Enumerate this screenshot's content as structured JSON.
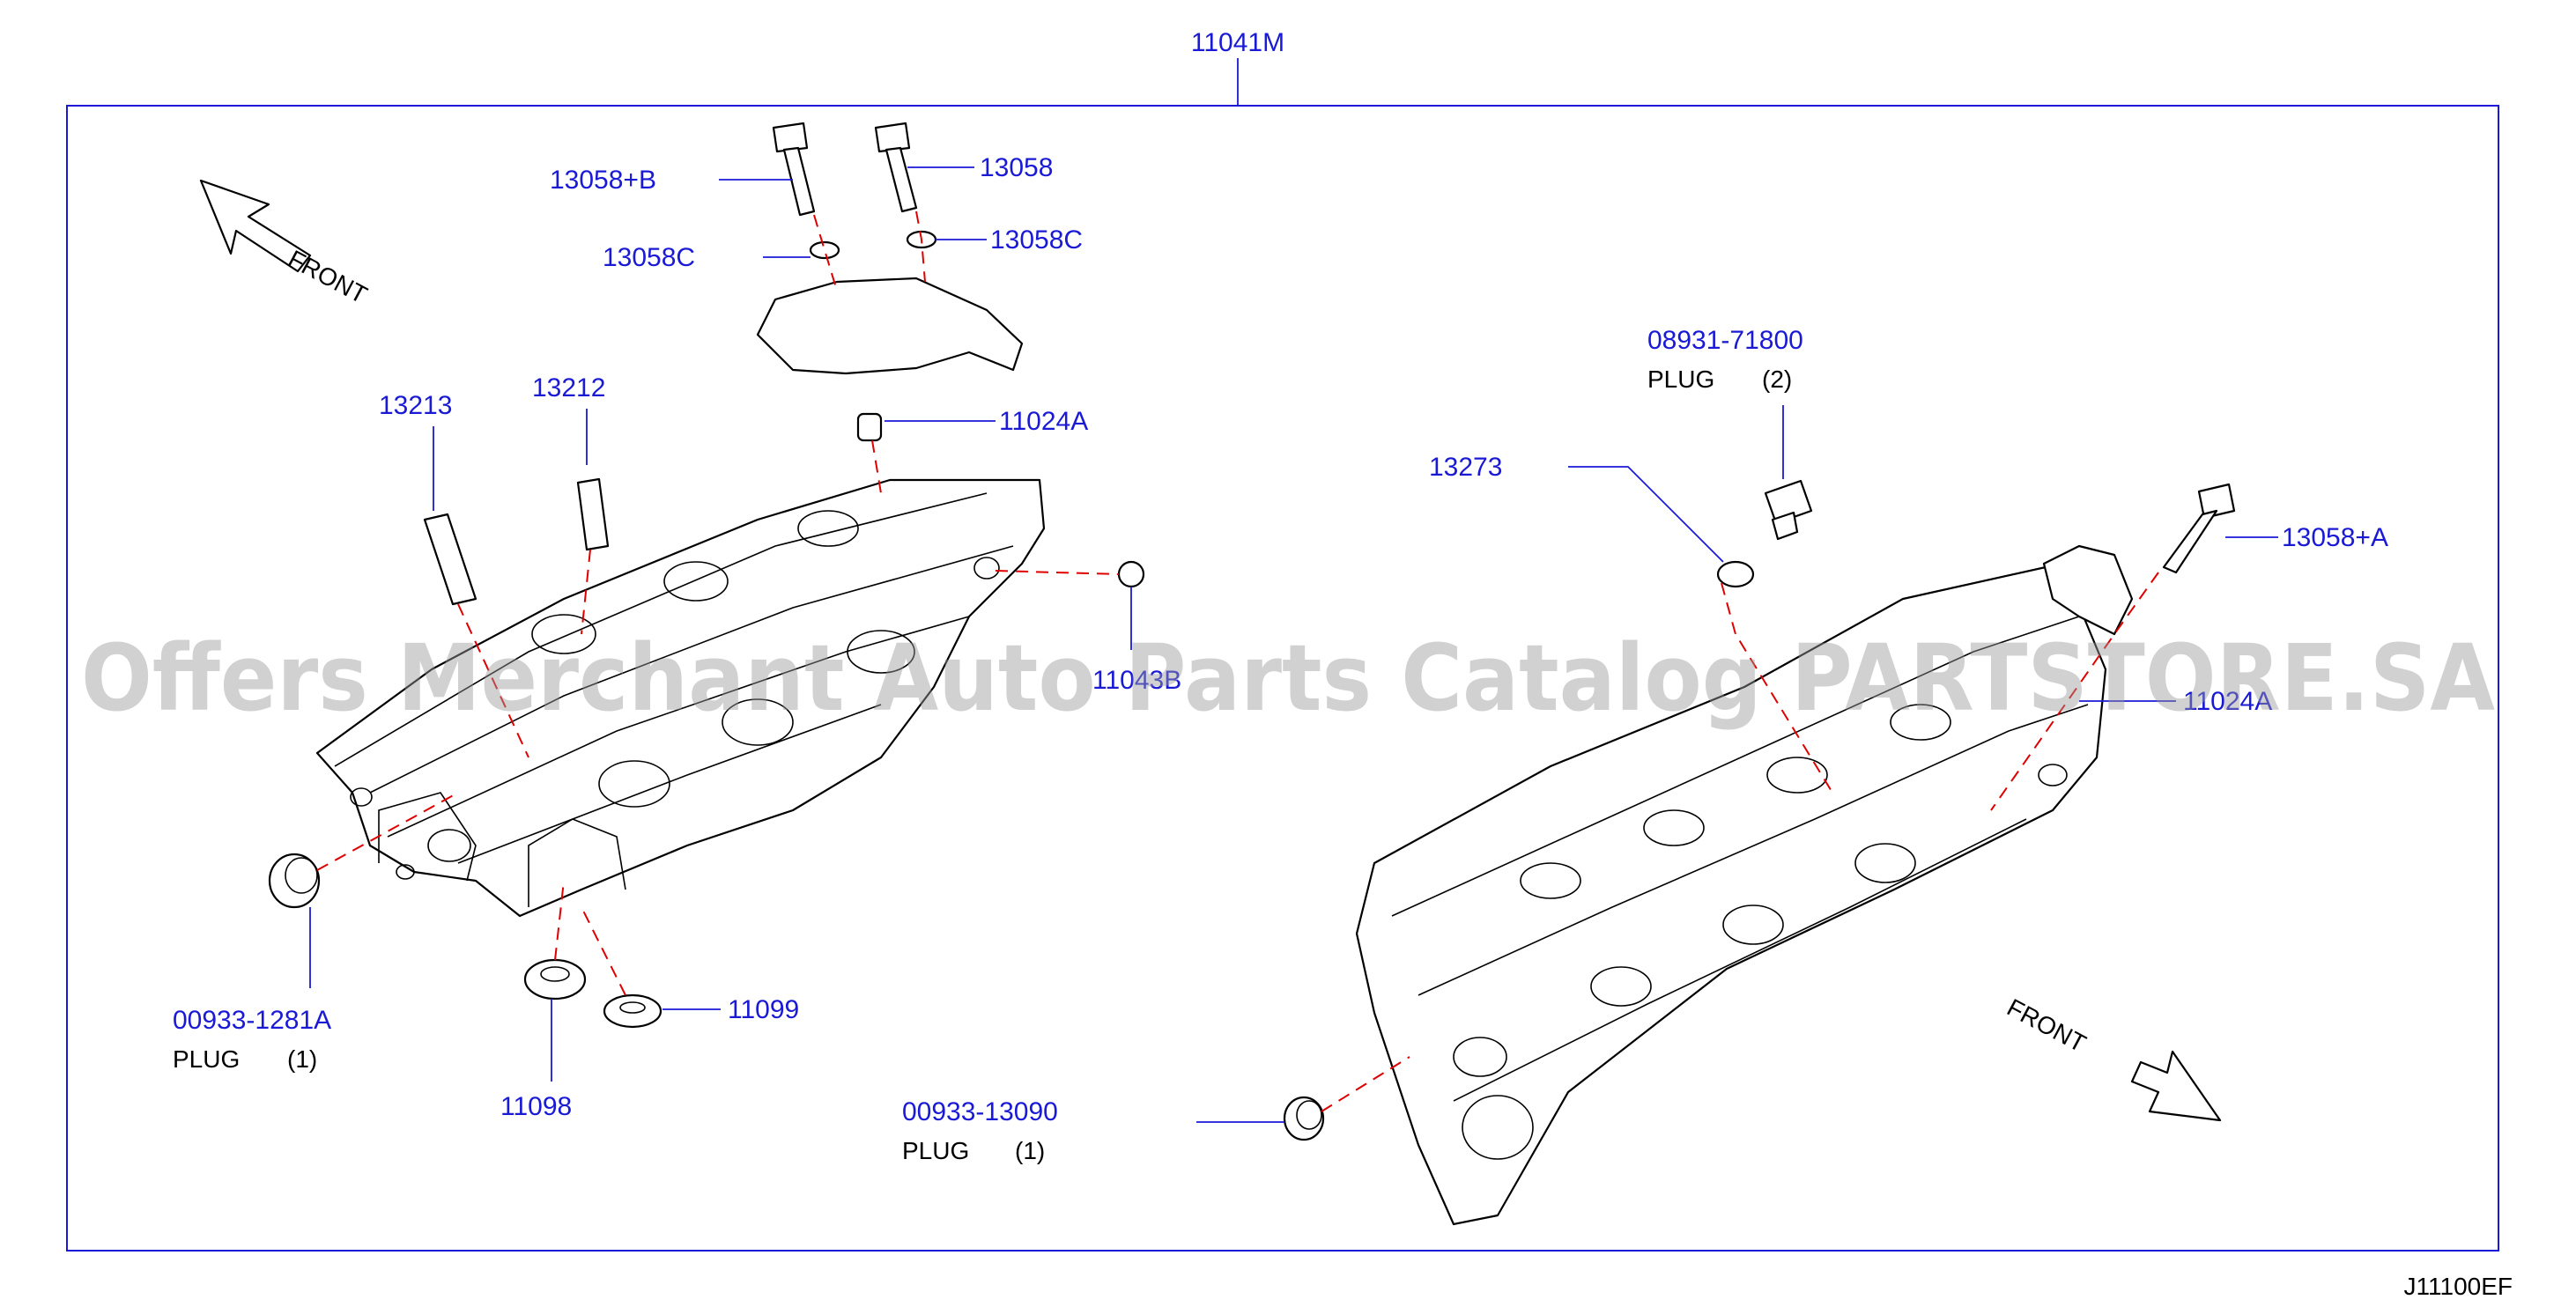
{
  "assembly_number": "11041M",
  "diagram_code": "J11100EF",
  "watermark": "Offers Merchant Auto Parts Catalog PARTSTORE.SA",
  "front_labels": [
    "FRONT",
    "FRONT"
  ],
  "parts": {
    "p13058B": "13058+B",
    "p13058": "13058",
    "p13058C_left": "13058C",
    "p13058C_right": "13058C",
    "p13213": "13213",
    "p13212": "13212",
    "p11024A": "11024A",
    "p11043B": "11043B",
    "p00933_1281A": "00933-1281A",
    "p00933_1281A_plug": "PLUG",
    "p00933_1281A_qty": "(1)",
    "p11099": "11099",
    "p11098": "11098",
    "p08931": "08931-71800",
    "p08931_plug": "PLUG",
    "p08931_qty": "(2)",
    "p13273": "13273",
    "p13058A": "13058+A",
    "p11024": "11024A",
    "p00933_13090": "00933-13090",
    "p00933_13090_plug": "PLUG",
    "p00933_13090_qty": "(1)"
  },
  "colors": {
    "label": "#1a1ad6",
    "leader_dash": "#e00000",
    "outline": "#000000",
    "watermark": "#9a9a9a"
  }
}
